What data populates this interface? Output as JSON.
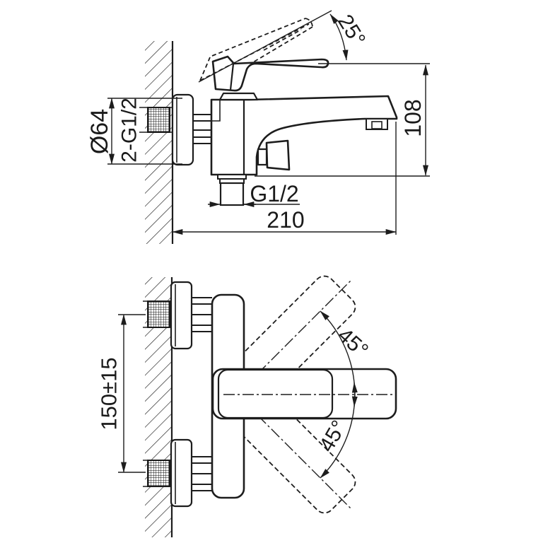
{
  "meta": {
    "title": "Wall-mounted single-lever bath mixer — dimensional drawing",
    "background": "#ffffff",
    "line_color": "#1d1d1d"
  },
  "labels": {
    "flange_diameter": "Ø64",
    "wall_thread": "2-G1/2",
    "handle_angle": "25°",
    "height": "108",
    "shower_thread": "G1/2",
    "reach": "210",
    "spacing": "150±15",
    "swivel_up": "45°",
    "swivel_down": "45°"
  }
}
